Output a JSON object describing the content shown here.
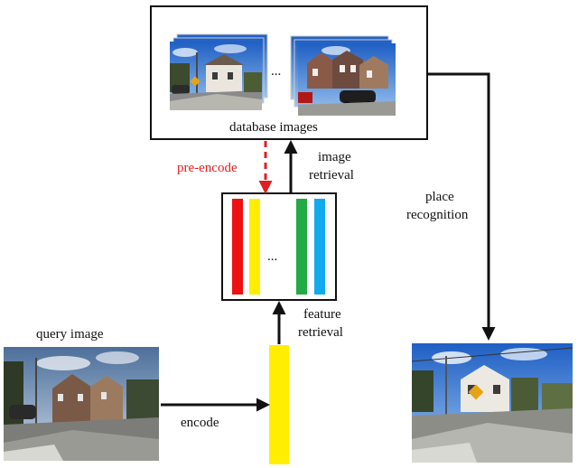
{
  "labels": {
    "database_images": "database images",
    "pre_encode": "pre-encode",
    "image_retrieval_1": "image",
    "image_retrieval_2": "retrieval",
    "place_recognition_1": "place",
    "place_recognition_2": "recognition",
    "query_image": "query image",
    "feature_retrieval_1": "feature",
    "feature_retrieval_2": "retrieval",
    "encode": "encode",
    "ellipsis_top": "...",
    "ellipsis_features": "..."
  },
  "feature_bar_colors": [
    "#ee1111",
    "#ffee00",
    "#22aa44",
    "#11aaee"
  ],
  "query_vector_color": "#ffee00",
  "arrow_colors": {
    "default": "#111111",
    "pre_encode": "#e02020"
  },
  "icons": [
    "street-photo-thumbnail",
    "arrow-right",
    "arrow-up",
    "arrow-down",
    "dashed-arrow-down"
  ]
}
